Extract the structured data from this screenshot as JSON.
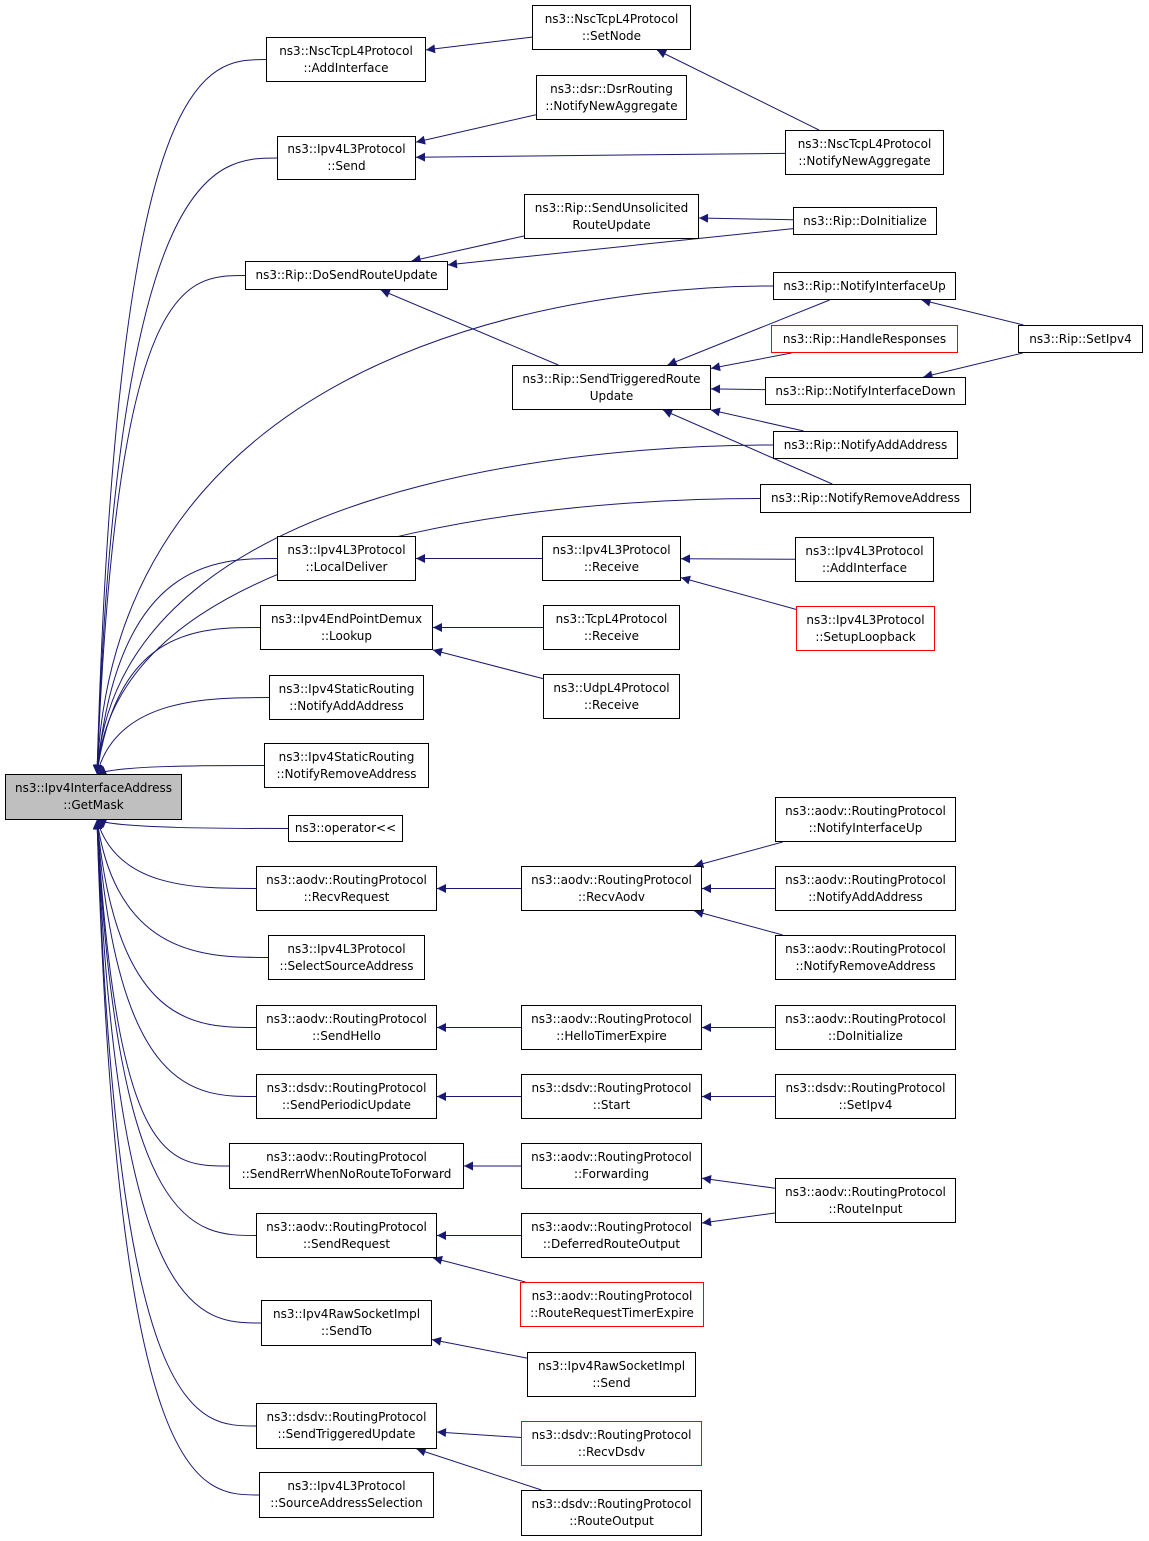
{
  "diagram": {
    "type": "doxygen-caller-graph",
    "colors": {
      "edge": "#191970",
      "border": "#000000",
      "truncated_border": "#ff0000",
      "focus_fill": "#bfbfbf",
      "background": "#ffffff"
    },
    "nodes": [
      {
        "id": "getmask",
        "lines": [
          "ns3::Ipv4InterfaceAddress",
          "::GetMask"
        ],
        "focus": true
      },
      {
        "id": "nsc_addif",
        "lines": [
          "ns3::NscTcpL4Protocol",
          "::AddInterface"
        ]
      },
      {
        "id": "nsc_setnode",
        "lines": [
          "ns3::NscTcpL4Protocol",
          "::SetNode"
        ]
      },
      {
        "id": "dsr_notify",
        "lines": [
          "ns3::dsr::DsrRouting",
          "::NotifyNewAggregate"
        ]
      },
      {
        "id": "nsc_notify",
        "lines": [
          "ns3::NscTcpL4Protocol",
          "::NotifyNewAggregate"
        ]
      },
      {
        "id": "ipv4l3_send",
        "lines": [
          "ns3::Ipv4L3Protocol",
          "::Send"
        ]
      },
      {
        "id": "rip_unsol",
        "lines": [
          "ns3::Rip::SendUnsolicited",
          "RouteUpdate"
        ]
      },
      {
        "id": "rip_doinit",
        "lines": [
          "ns3::Rip::DoInitialize"
        ]
      },
      {
        "id": "rip_dosend",
        "lines": [
          "ns3::Rip::DoSendRouteUpdate"
        ]
      },
      {
        "id": "rip_ifup",
        "lines": [
          "ns3::Rip::NotifyInterfaceUp"
        ]
      },
      {
        "id": "rip_handle",
        "lines": [
          "ns3::Rip::HandleResponses"
        ],
        "truncated": true
      },
      {
        "id": "rip_setipv4",
        "lines": [
          "ns3::Rip::SetIpv4"
        ]
      },
      {
        "id": "rip_trig",
        "lines": [
          "ns3::Rip::SendTriggeredRoute",
          "Update"
        ]
      },
      {
        "id": "rip_ifdown",
        "lines": [
          "ns3::Rip::NotifyInterfaceDown"
        ]
      },
      {
        "id": "rip_addaddr",
        "lines": [
          "ns3::Rip::NotifyAddAddress"
        ]
      },
      {
        "id": "rip_rmaddr",
        "lines": [
          "ns3::Rip::NotifyRemoveAddress"
        ]
      },
      {
        "id": "ipv4l3_localdeliver",
        "lines": [
          "ns3::Ipv4L3Protocol",
          "::LocalDeliver"
        ]
      },
      {
        "id": "ipv4l3_receive",
        "lines": [
          "ns3::Ipv4L3Protocol",
          "::Receive"
        ]
      },
      {
        "id": "ipv4l3_addif",
        "lines": [
          "ns3::Ipv4L3Protocol",
          "::AddInterface"
        ]
      },
      {
        "id": "ipv4l3_setuploop",
        "lines": [
          "ns3::Ipv4L3Protocol",
          "::SetupLoopback"
        ],
        "truncated": true
      },
      {
        "id": "epdemux_lookup",
        "lines": [
          "ns3::Ipv4EndPointDemux",
          "::Lookup"
        ]
      },
      {
        "id": "tcp_receive",
        "lines": [
          "ns3::TcpL4Protocol",
          "::Receive"
        ]
      },
      {
        "id": "udp_receive",
        "lines": [
          "ns3::UdpL4Protocol",
          "::Receive"
        ]
      },
      {
        "id": "static_addaddr",
        "lines": [
          "ns3::Ipv4StaticRouting",
          "::NotifyAddAddress"
        ]
      },
      {
        "id": "static_rmaddr",
        "lines": [
          "ns3::Ipv4StaticRouting",
          "::NotifyRemoveAddress"
        ]
      },
      {
        "id": "operator_ll",
        "lines": [
          "ns3::operator<<"
        ]
      },
      {
        "id": "aodv_recvreq",
        "lines": [
          "ns3::aodv::RoutingProtocol",
          "::RecvRequest"
        ]
      },
      {
        "id": "aodv_recvaodv",
        "lines": [
          "ns3::aodv::RoutingProtocol",
          "::RecvAodv"
        ]
      },
      {
        "id": "aodv_ifup",
        "lines": [
          "ns3::aodv::RoutingProtocol",
          "::NotifyInterfaceUp"
        ]
      },
      {
        "id": "aodv_addaddr",
        "lines": [
          "ns3::aodv::RoutingProtocol",
          "::NotifyAddAddress"
        ]
      },
      {
        "id": "aodv_rmaddr",
        "lines": [
          "ns3::aodv::RoutingProtocol",
          "::NotifyRemoveAddress"
        ]
      },
      {
        "id": "ipv4l3_selsrc",
        "lines": [
          "ns3::Ipv4L3Protocol",
          "::SelectSourceAddress"
        ]
      },
      {
        "id": "aodv_sendhello",
        "lines": [
          "ns3::aodv::RoutingProtocol",
          "::SendHello"
        ]
      },
      {
        "id": "aodv_hellotimer",
        "lines": [
          "ns3::aodv::RoutingProtocol",
          "::HelloTimerExpire"
        ]
      },
      {
        "id": "aodv_doinit",
        "lines": [
          "ns3::aodv::RoutingProtocol",
          "::DoInitialize"
        ]
      },
      {
        "id": "dsdv_sendperiodic",
        "lines": [
          "ns3::dsdv::RoutingProtocol",
          "::SendPeriodicUpdate"
        ]
      },
      {
        "id": "dsdv_start",
        "lines": [
          "ns3::dsdv::RoutingProtocol",
          "::Start"
        ]
      },
      {
        "id": "dsdv_setipv4",
        "lines": [
          "ns3::dsdv::RoutingProtocol",
          "::SetIpv4"
        ]
      },
      {
        "id": "aodv_sendrerr",
        "lines": [
          "ns3::aodv::RoutingProtocol",
          "::SendRerrWhenNoRouteToForward"
        ]
      },
      {
        "id": "aodv_forwarding",
        "lines": [
          "ns3::aodv::RoutingProtocol",
          "::Forwarding"
        ]
      },
      {
        "id": "aodv_routeinput",
        "lines": [
          "ns3::aodv::RoutingProtocol",
          "::RouteInput"
        ]
      },
      {
        "id": "aodv_sendreq",
        "lines": [
          "ns3::aodv::RoutingProtocol",
          "::SendRequest"
        ]
      },
      {
        "id": "aodv_deferred",
        "lines": [
          "ns3::aodv::RoutingProtocol",
          "::DeferredRouteOutput"
        ]
      },
      {
        "id": "aodv_rrtimer",
        "lines": [
          "ns3::aodv::RoutingProtocol",
          "::RouteRequestTimerExpire"
        ],
        "truncated": true
      },
      {
        "id": "raw_sendto",
        "lines": [
          "ns3::Ipv4RawSocketImpl",
          "::SendTo"
        ]
      },
      {
        "id": "raw_send",
        "lines": [
          "ns3::Ipv4RawSocketImpl",
          "::Send"
        ]
      },
      {
        "id": "dsdv_sendtrig",
        "lines": [
          "ns3::dsdv::RoutingProtocol",
          "::SendTriggeredUpdate"
        ]
      },
      {
        "id": "dsdv_recvdsdv",
        "lines": [
          "ns3::dsdv::RoutingProtocol",
          "::RecvDsdv"
        ],
        "truncated": true
      },
      {
        "id": "dsdv_routeoutput",
        "lines": [
          "ns3::dsdv::RoutingProtocol",
          "::RouteOutput"
        ]
      },
      {
        "id": "ipv4l3_srcsel",
        "lines": [
          "ns3::Ipv4L3Protocol",
          "::SourceAddressSelection"
        ]
      }
    ],
    "edges": [
      {
        "from": "nsc_addif",
        "to": "getmask"
      },
      {
        "from": "ipv4l3_send",
        "to": "getmask"
      },
      {
        "from": "rip_dosend",
        "to": "getmask"
      },
      {
        "from": "rip_ifup",
        "to": "getmask"
      },
      {
        "from": "rip_addaddr",
        "to": "getmask"
      },
      {
        "from": "rip_rmaddr",
        "to": "getmask"
      },
      {
        "from": "ipv4l3_localdeliver",
        "to": "getmask"
      },
      {
        "from": "epdemux_lookup",
        "to": "getmask"
      },
      {
        "from": "static_addaddr",
        "to": "getmask"
      },
      {
        "from": "static_rmaddr",
        "to": "getmask"
      },
      {
        "from": "operator_ll",
        "to": "getmask"
      },
      {
        "from": "aodv_recvreq",
        "to": "getmask"
      },
      {
        "from": "ipv4l3_selsrc",
        "to": "getmask"
      },
      {
        "from": "aodv_sendhello",
        "to": "getmask"
      },
      {
        "from": "dsdv_sendperiodic",
        "to": "getmask"
      },
      {
        "from": "aodv_sendrerr",
        "to": "getmask"
      },
      {
        "from": "aodv_sendreq",
        "to": "getmask"
      },
      {
        "from": "raw_sendto",
        "to": "getmask"
      },
      {
        "from": "dsdv_sendtrig",
        "to": "getmask"
      },
      {
        "from": "ipv4l3_srcsel",
        "to": "getmask"
      },
      {
        "from": "nsc_setnode",
        "to": "nsc_addif"
      },
      {
        "from": "nsc_notify",
        "to": "nsc_setnode"
      },
      {
        "from": "dsr_notify",
        "to": "ipv4l3_send"
      },
      {
        "from": "nsc_notify",
        "to": "ipv4l3_send"
      },
      {
        "from": "rip_unsol",
        "to": "rip_dosend"
      },
      {
        "from": "rip_doinit",
        "to": "rip_dosend"
      },
      {
        "from": "rip_doinit",
        "to": "rip_unsol"
      },
      {
        "from": "rip_trig",
        "to": "rip_dosend"
      },
      {
        "from": "rip_ifup",
        "to": "rip_trig"
      },
      {
        "from": "rip_handle",
        "to": "rip_trig"
      },
      {
        "from": "rip_ifdown",
        "to": "rip_trig"
      },
      {
        "from": "rip_addaddr",
        "to": "rip_trig"
      },
      {
        "from": "rip_rmaddr",
        "to": "rip_trig"
      },
      {
        "from": "rip_setipv4",
        "to": "rip_ifup"
      },
      {
        "from": "rip_setipv4",
        "to": "rip_ifdown"
      },
      {
        "from": "ipv4l3_receive",
        "to": "ipv4l3_localdeliver"
      },
      {
        "from": "ipv4l3_addif",
        "to": "ipv4l3_receive"
      },
      {
        "from": "ipv4l3_setuploop",
        "to": "ipv4l3_receive"
      },
      {
        "from": "tcp_receive",
        "to": "epdemux_lookup"
      },
      {
        "from": "udp_receive",
        "to": "epdemux_lookup"
      },
      {
        "from": "aodv_recvaodv",
        "to": "aodv_recvreq"
      },
      {
        "from": "aodv_ifup",
        "to": "aodv_recvaodv"
      },
      {
        "from": "aodv_addaddr",
        "to": "aodv_recvaodv"
      },
      {
        "from": "aodv_rmaddr",
        "to": "aodv_recvaodv"
      },
      {
        "from": "aodv_hellotimer",
        "to": "aodv_sendhello"
      },
      {
        "from": "aodv_doinit",
        "to": "aodv_hellotimer"
      },
      {
        "from": "dsdv_start",
        "to": "dsdv_sendperiodic"
      },
      {
        "from": "dsdv_setipv4",
        "to": "dsdv_start"
      },
      {
        "from": "aodv_forwarding",
        "to": "aodv_sendrerr"
      },
      {
        "from": "aodv_routeinput",
        "to": "aodv_forwarding"
      },
      {
        "from": "aodv_routeinput",
        "to": "aodv_deferred"
      },
      {
        "from": "aodv_deferred",
        "to": "aodv_sendreq"
      },
      {
        "from": "aodv_rrtimer",
        "to": "aodv_sendreq"
      },
      {
        "from": "raw_send",
        "to": "raw_sendto"
      },
      {
        "from": "dsdv_recvdsdv",
        "to": "dsdv_sendtrig"
      },
      {
        "from": "dsdv_routeoutput",
        "to": "dsdv_sendtrig"
      }
    ]
  }
}
